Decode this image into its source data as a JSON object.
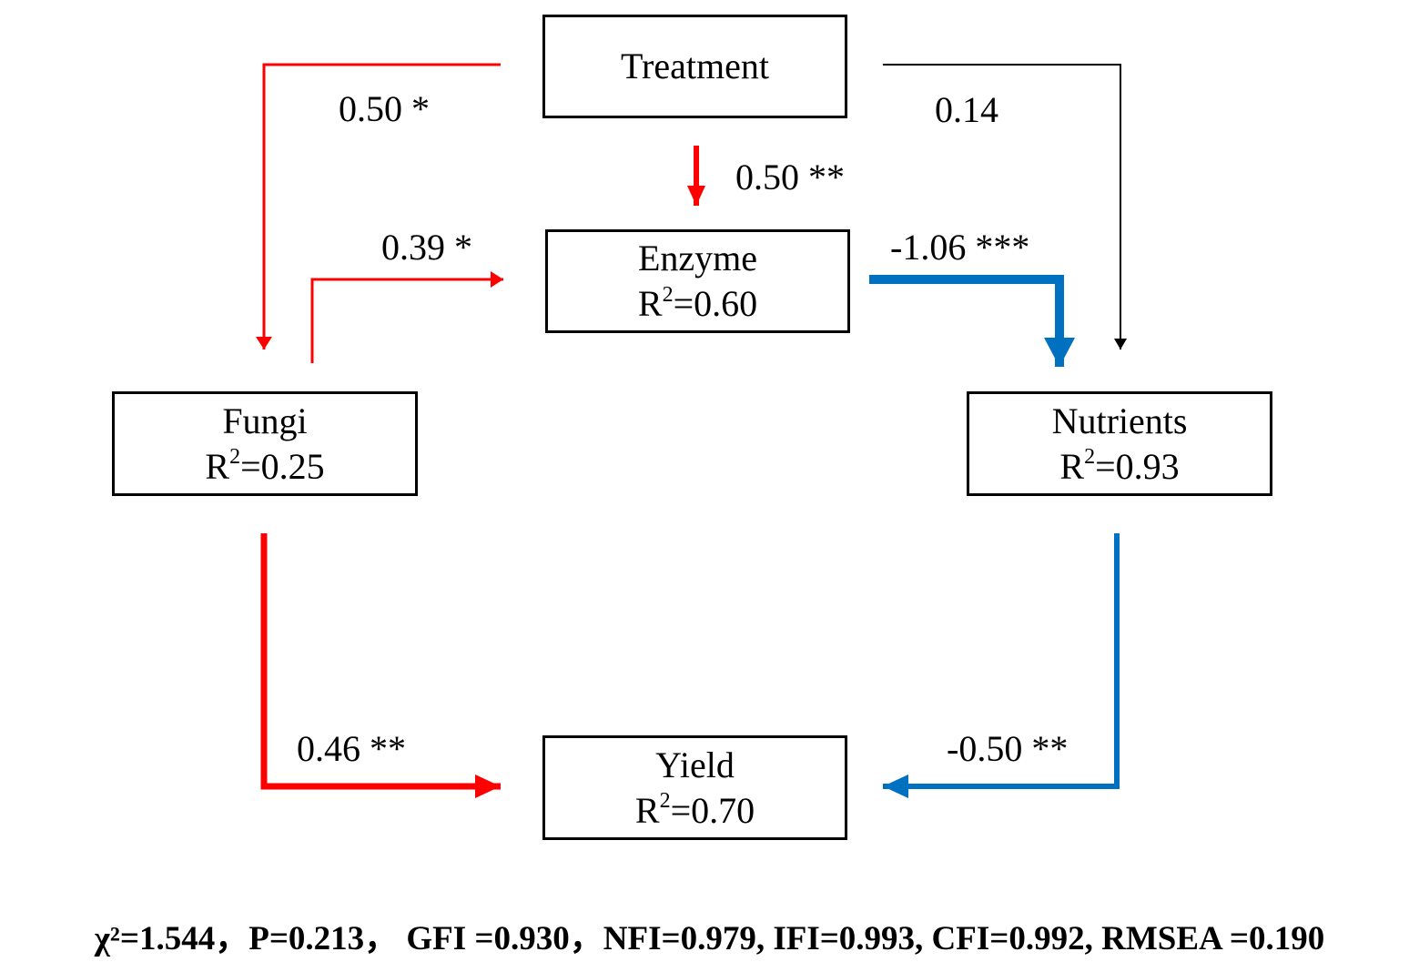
{
  "nodes": {
    "treatment": {
      "name": "Treatment",
      "r2_label": "",
      "r2_value": ""
    },
    "enzyme": {
      "name": "Enzyme",
      "r2_label": "R",
      "r2_exp": "2",
      "r2_value": "=0.60"
    },
    "fungi": {
      "name": "Fungi",
      "r2_label": "R",
      "r2_exp": "2",
      "r2_value": "=0.25"
    },
    "nutrients": {
      "name": "Nutrients",
      "r2_label": "R",
      "r2_exp": "2",
      "r2_value": "=0.93"
    },
    "yield": {
      "name": "Yield",
      "r2_label": "R",
      "r2_exp": "2",
      "r2_value": "=0.70"
    }
  },
  "paths": [
    {
      "id": "treatment-fungi",
      "from": "Treatment",
      "to": "Fungi",
      "label": "0.50 *",
      "color": "#ff0000"
    },
    {
      "id": "treatment-enzyme",
      "from": "Treatment",
      "to": "Enzyme",
      "label": "0.50 **",
      "color": "#ff0000"
    },
    {
      "id": "treatment-nutrients",
      "from": "Treatment",
      "to": "Nutrients",
      "label": "0.14",
      "color": "#000000"
    },
    {
      "id": "fungi-enzyme",
      "from": "Fungi",
      "to": "Enzyme",
      "label": "0.39 *",
      "color": "#ff0000"
    },
    {
      "id": "enzyme-nutrients",
      "from": "Enzyme",
      "to": "Nutrients",
      "label": "-1.06 ***",
      "color": "#0070c0"
    },
    {
      "id": "fungi-yield",
      "from": "Fungi",
      "to": "Yield",
      "label": "0.46 **",
      "color": "#ff0000"
    },
    {
      "id": "nutrients-yield",
      "from": "Nutrients",
      "to": "Yield",
      "label": "-0.50 **",
      "color": "#0070c0"
    }
  ],
  "fit_indices": "χ²=1.544，P=0.213， GFI =0.930，NFI=0.979, IFI=0.993, CFI=0.992, RMSEA =0.190",
  "colors": {
    "positive": "#ff0000",
    "negative": "#0070c0",
    "nonsignificant": "#000000"
  }
}
